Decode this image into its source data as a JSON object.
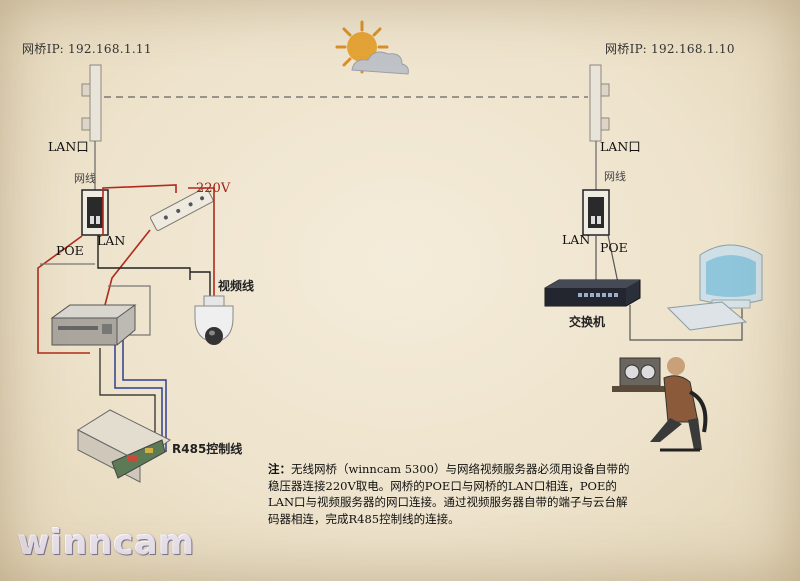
{
  "bridges": {
    "left_ip_label": "网桥IP: 192.168.1.11",
    "right_ip_label": "网桥IP: 192.168.1.10"
  },
  "ports": {
    "left_lan_port": "LAN口",
    "right_lan_port": "LAN口",
    "left_poe": "POE",
    "left_lan": "LAN",
    "right_lan": "LAN",
    "right_poe": "POE"
  },
  "cables": {
    "network_cable": "网线",
    "power": "220V",
    "video_cable": "视频线",
    "rs485_cable": "R485控制线"
  },
  "devices": {
    "switch_label": "交换机"
  },
  "note": {
    "prefix": "注：",
    "text": "无线网桥（winncam 5300）与网络视频服务器必须用设备自带的稳压器连接220V取电。网桥的POE口与网桥的LAN口相连，POE的LAN口与视频服务器的网口连接。通过视频服务器自带的端子与云台解码器相连，完成R485控制线的连接。"
  },
  "logo": "winncam",
  "colors": {
    "power_line": "#b02a1d",
    "rs485_line": "#2e3f8f",
    "network_line": "#222222",
    "signal_line": "#666666"
  }
}
